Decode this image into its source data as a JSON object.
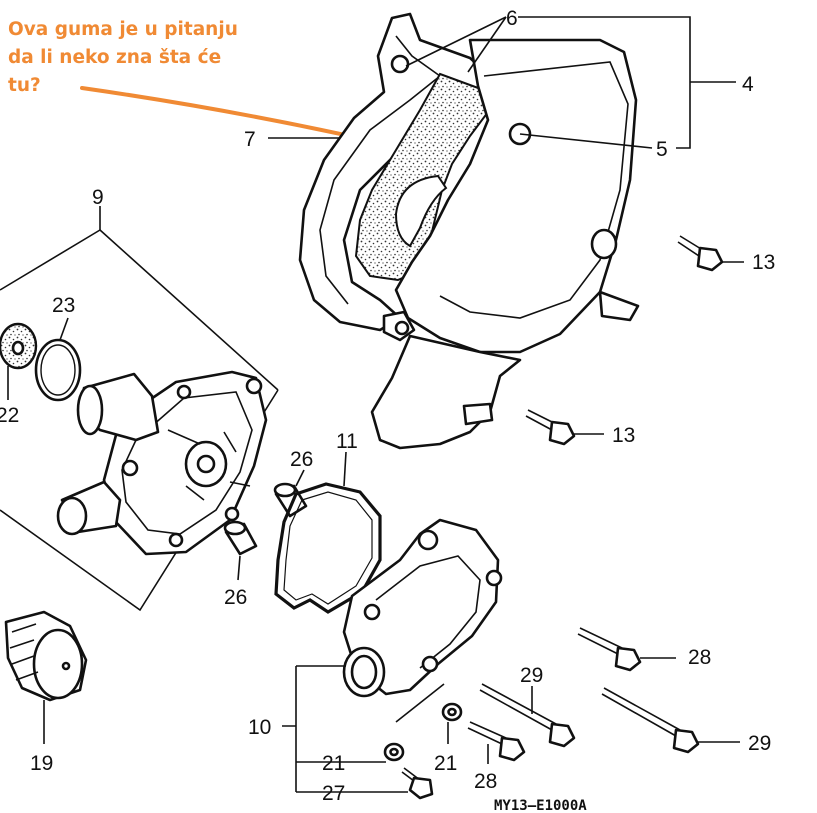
{
  "annotation": {
    "lines": [
      "Ova guma je u pitanju",
      "da li neko zna šta će",
      "tu?"
    ],
    "color": "#f08a34"
  },
  "callouts": {
    "c4": "4",
    "c5": "5",
    "c6": "6",
    "c7": "7",
    "c9": "9",
    "c10": "10",
    "c11": "11",
    "c13a": "13",
    "c13b": "13",
    "c19": "19",
    "c21a": "21",
    "c21b": "21",
    "c22": "22",
    "c23": "23",
    "c26a": "26",
    "c26b": "26",
    "c27": "27",
    "c28a": "28",
    "c28b": "28",
    "c29a": "29",
    "c29b": "29"
  },
  "diagram_code": "MY13–E1000A"
}
